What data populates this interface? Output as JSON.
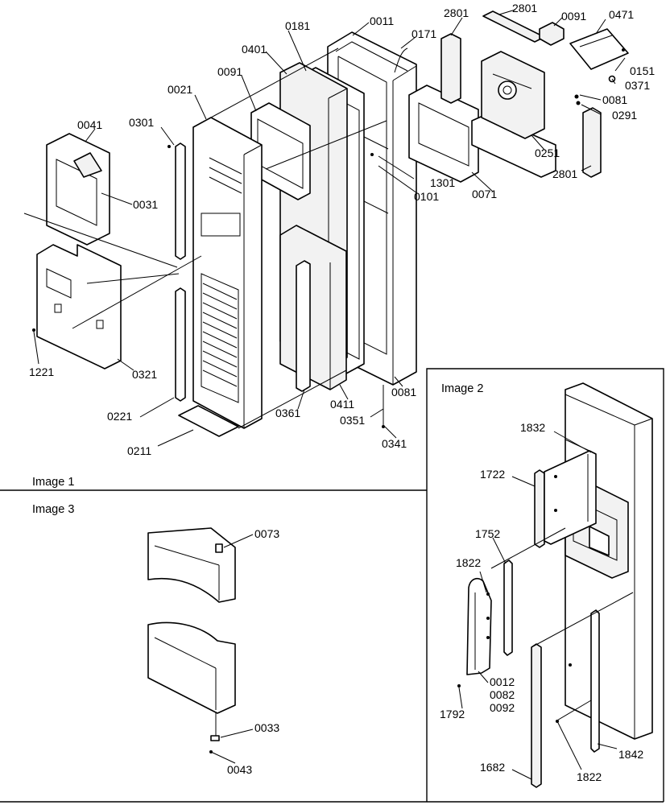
{
  "panels": {
    "image1": "Image 1",
    "image2": "Image 2",
    "image3": "Image 3"
  },
  "labels": {
    "p2801a": "2801",
    "p2801b": "2801",
    "p2801c": "2801",
    "p0091a": "0091",
    "p0091b": "0091",
    "p0471": "0471",
    "p0151": "0151",
    "p0371": "0371",
    "p0081a": "0081",
    "p0081b": "0081",
    "p0291": "0291",
    "p0251": "0251",
    "p0071": "0071",
    "p0011": "0011",
    "p0171": "0171",
    "p0181": "0181",
    "p0401": "0401",
    "p0021": "0021",
    "p0301": "0301",
    "p0041": "0041",
    "p0031": "0031",
    "p1301": "1301",
    "p0101": "0101",
    "p1221": "1221",
    "p0321": "0321",
    "p0221": "0221",
    "p0211": "0211",
    "p0361": "0361",
    "p0411": "0411",
    "p0351": "0351",
    "p0341": "0341",
    "p0073": "0073",
    "p0033": "0033",
    "p0043": "0043",
    "p1832": "1832",
    "p1722": "1722",
    "p1752": "1752",
    "p1822a": "1822",
    "p1822b": "1822",
    "p0012": "0012",
    "p0082": "0082",
    "p0092": "0092",
    "p1792": "1792",
    "p1842": "1842",
    "p1682": "1682"
  }
}
